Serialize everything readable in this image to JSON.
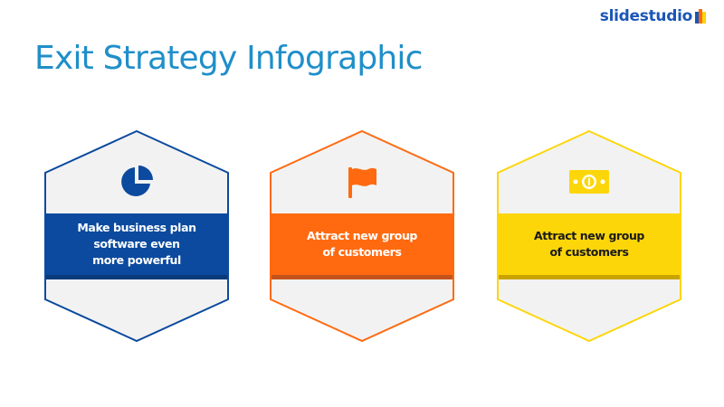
{
  "brand": {
    "logo_text": "slidestudio"
  },
  "title": "Exit Strategy Infographic",
  "cards": [
    {
      "text": "Make business plan\nsoftware even\nmore powerful",
      "icon": "pie-chart-icon",
      "color": "#0b4a9e",
      "stripe": "#0a3a7c",
      "text_color": "#ffffff"
    },
    {
      "text": "Attract new group\nof customers",
      "icon": "flag-icon",
      "color": "#ff6a10",
      "stripe": "#c4531b",
      "text_color": "#ffffff"
    },
    {
      "text": "Attract new group\nof customers",
      "icon": "money-bill-icon",
      "color": "#fdd60a",
      "stripe": "#c9a400",
      "text_color": "#1a1a1a"
    }
  ]
}
